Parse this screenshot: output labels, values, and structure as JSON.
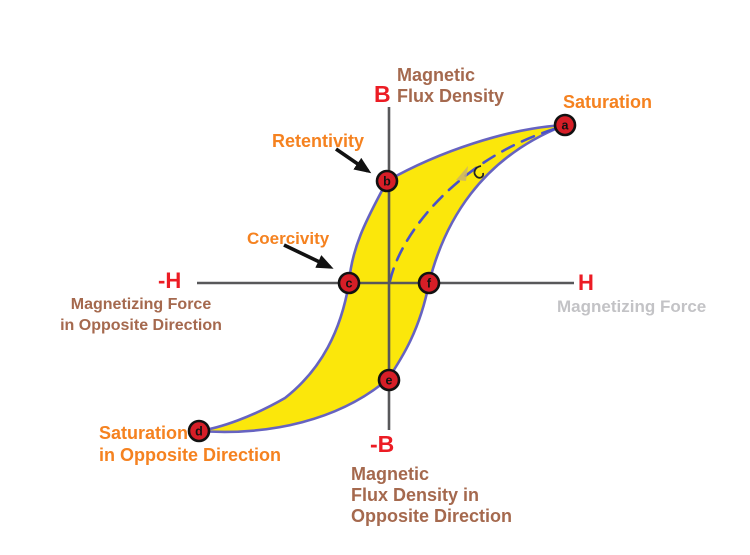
{
  "colors": {
    "orange_label": "#F58220",
    "brown_label": "#A5694E",
    "red_symbol": "#EC1C24",
    "gray_caption": "#C3C3C6",
    "axis_gray": "#58585A",
    "loop_outline": "#6663C1",
    "loop_fill": "#FBE70B",
    "dash_blue": "#4A52C9",
    "point_fill": "#D61E27"
  },
  "top_caption": {
    "line1": "Magnetic",
    "line2": "Flux Density"
  },
  "axes": {
    "b_positive": "B",
    "b_negative": "-B",
    "h_positive": "H",
    "h_negative": "-H"
  },
  "captions": {
    "h_positive": "Magnetizing Force",
    "h_negative_line1": "Magnetizing Force",
    "h_negative_line2": "in Opposite Direction",
    "b_negative_line1": "Magnetic",
    "b_negative_line2": "Flux Density in",
    "b_negative_line3": "Opposite Direction"
  },
  "labels": {
    "saturation": "Saturation",
    "retentivity": "Retentivity",
    "coercivity": "Coercivity",
    "saturation_opposite_line1": "Saturation",
    "saturation_opposite_line2": "in Opposite Direction"
  },
  "points": {
    "a": "a",
    "b": "b",
    "c": "c",
    "d": "d",
    "e": "e",
    "f": "f"
  }
}
